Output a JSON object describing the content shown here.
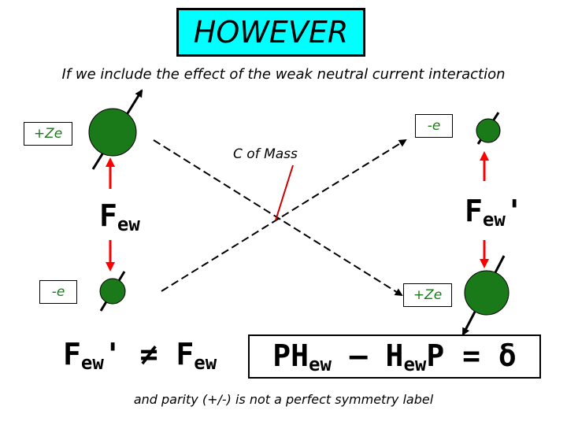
{
  "title": "HOWEVER",
  "subtitle": "If we include the effect of the weak neutral current interaction",
  "labels": {
    "top_left_charge": "+Ze",
    "top_right_charge": "-e",
    "bottom_left_charge": "-e",
    "bottom_right_charge": "+Ze",
    "center_of_mass": "C of Mass"
  },
  "forces": {
    "left": {
      "main": "F",
      "sub": "ew"
    },
    "right": {
      "main": "F",
      "sub": "ew",
      "prime": "'"
    }
  },
  "inequality": {
    "left_main": "F",
    "left_sub": "ew",
    "left_prime": "'",
    "op": "≠",
    "right_main": "F",
    "right_sub": "ew"
  },
  "equation": {
    "p1": "PH",
    "s1": "ew",
    "minus": " – H",
    "s2": "ew",
    "p2": "P = δ"
  },
  "note": "and parity (+/-) is not a perfect symmetry label",
  "colors": {
    "title_bg": "#00ffff",
    "ball": "#1a7a1a",
    "label_text": "#1a7a1a",
    "force_arrow": "#ff0000",
    "com_line": "#cc0000"
  }
}
